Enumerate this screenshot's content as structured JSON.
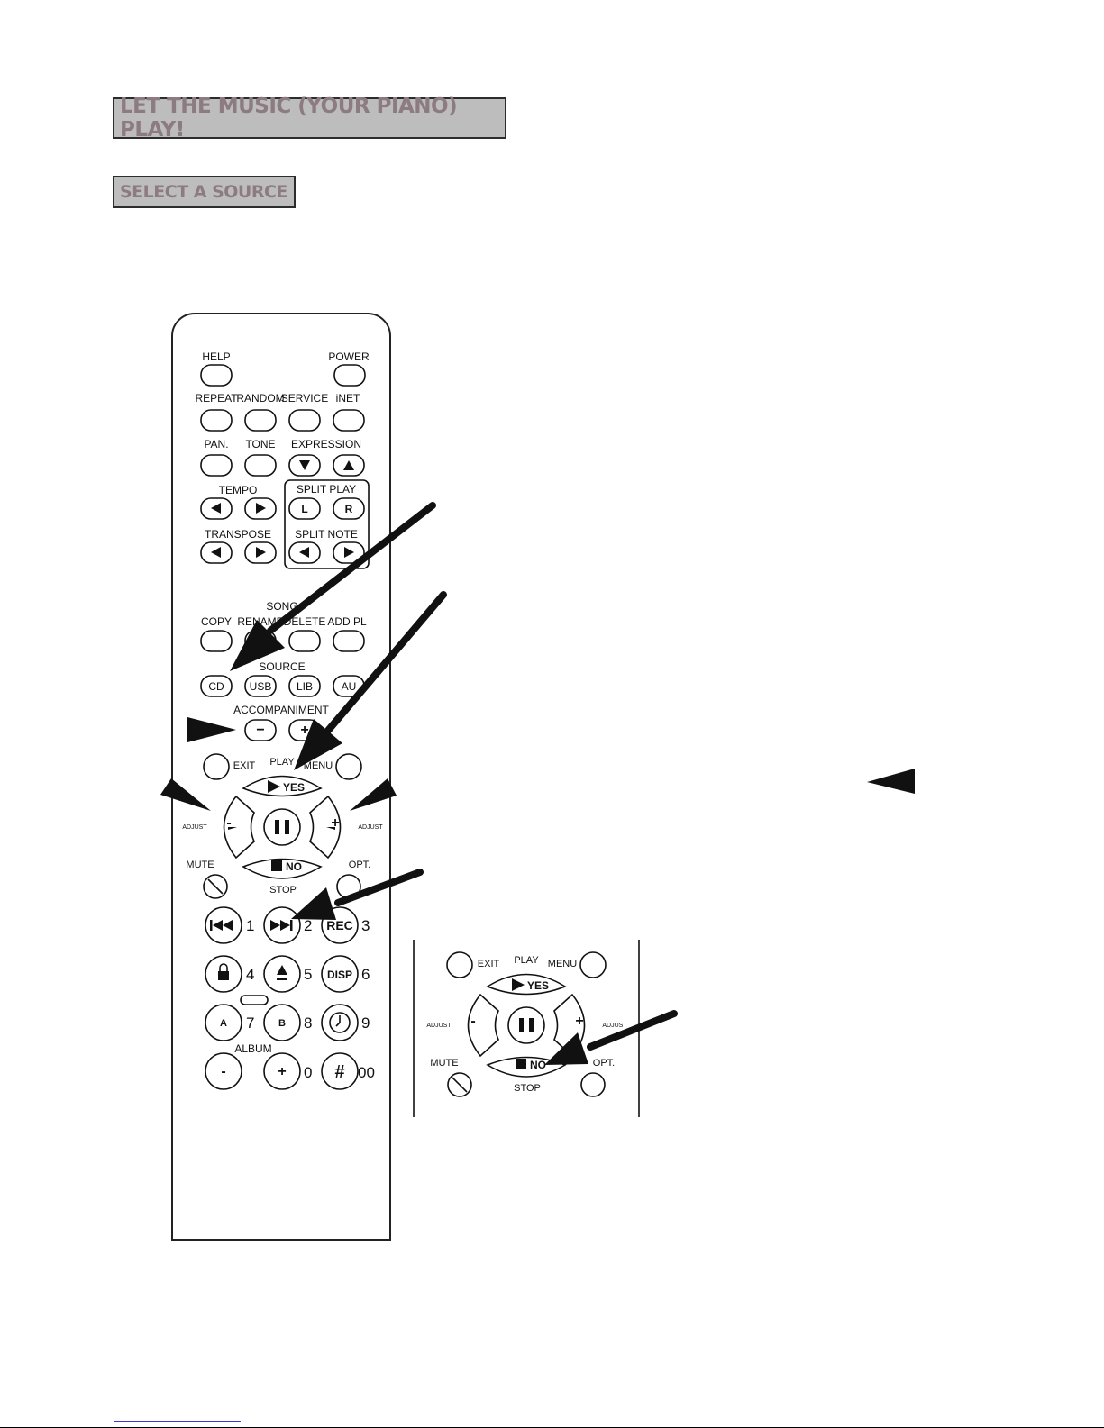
{
  "headings": {
    "main": "LET THE MUSIC (YOUR PIANO) PLAY!",
    "sub": "SELECT A SOURCE"
  },
  "remote": {
    "row1": {
      "help": "HELP",
      "power": "POWER"
    },
    "row2": [
      "REPEAT",
      "RANDOM",
      "SERVICE",
      "iNET"
    ],
    "row3": {
      "pan": "PAN.",
      "tone": "TONE",
      "expression": "EXPRESSION"
    },
    "tempo": "TEMPO",
    "split_play": "SPLIT PLAY",
    "split_l": "L",
    "split_r": "R",
    "transpose": "TRANSPOSE",
    "split_note": "SPLIT NOTE",
    "song": "SONG",
    "song_row": [
      "COPY",
      "RENAME",
      "DELETE",
      "ADD PL"
    ],
    "source": "SOURCE",
    "source_buttons": [
      "CD",
      "USB",
      "LIB",
      "AU"
    ],
    "accompaniment": "ACCOMPANIMENT",
    "exit": "EXIT",
    "play": "PLAY",
    "menu": "MENU",
    "yes": "YES",
    "no": "NO",
    "stop": "STOP",
    "adjust": "ADJUST",
    "mute": "MUTE",
    "opt": "OPT.",
    "rec": "REC",
    "disp": "DISP",
    "a": "A",
    "b": "B",
    "album": "ALBUM",
    "digits": [
      "1",
      "2",
      "3",
      "4",
      "5",
      "6",
      "7",
      "8",
      "9",
      "0",
      "00"
    ]
  },
  "inset": {
    "exit": "EXIT",
    "play": "PLAY",
    "menu": "MENU",
    "yes": "YES",
    "no": "NO",
    "stop": "STOP",
    "adjust": "ADJUST",
    "mute": "MUTE",
    "opt": "OPT."
  }
}
